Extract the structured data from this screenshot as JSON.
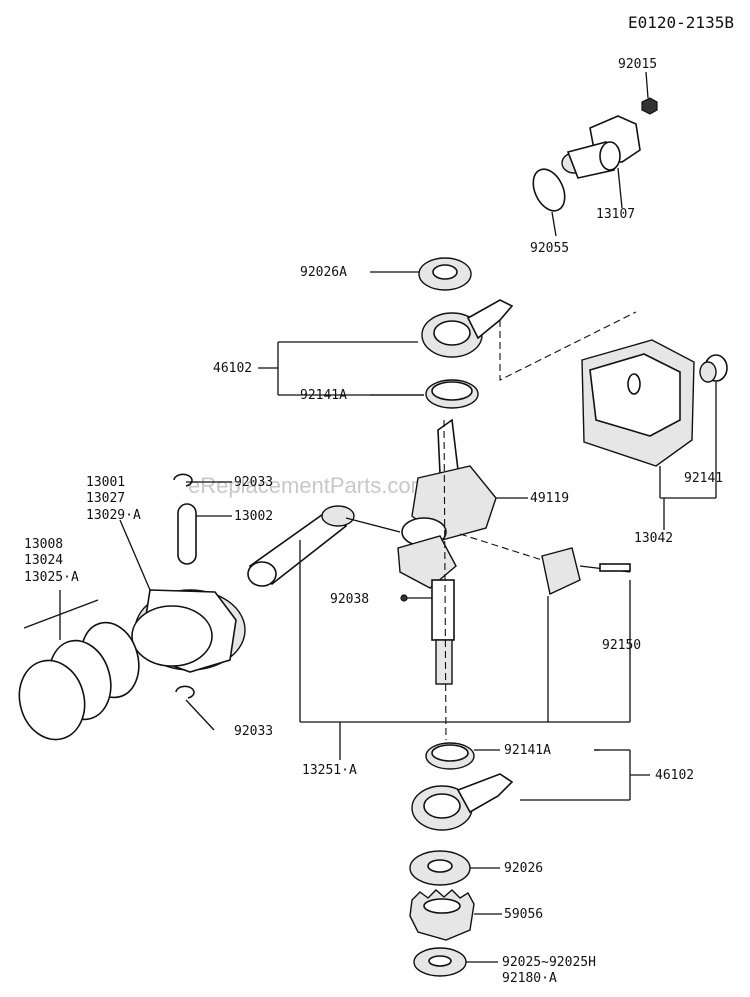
{
  "diagram_code": "E0120-2135B",
  "watermark": "eReplacementParts.com",
  "labels": {
    "p92015": "92015",
    "p13107": "13107",
    "p92055": "92055",
    "p92026A": "92026A",
    "p46102_top": "46102",
    "p92141A_top": "92141A",
    "p92033_top": "92033",
    "p49119": "49119",
    "p13001": "13001",
    "p13027": "13027",
    "p13029A": "13029·A",
    "p13002": "13002",
    "p13008": "13008",
    "p13024": "13024",
    "p13025A": "13025·A",
    "p92141": "92141",
    "p13042": "13042",
    "p92038": "92038",
    "p92150": "92150",
    "p92033_bottom": "92033",
    "p13251A": "13251·A",
    "p92141A_bottom": "92141A",
    "p46102_bottom": "46102",
    "p92026": "92026",
    "p59056": "59056",
    "p92025": "92025~92025H",
    "p92180A": "92180·A"
  }
}
